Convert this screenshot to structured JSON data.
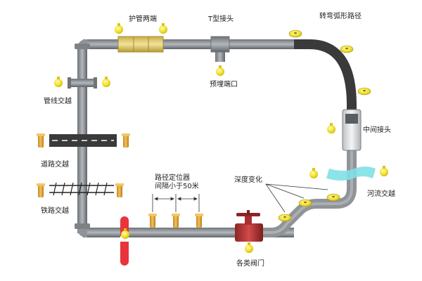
{
  "labels": {
    "sleeve_ends": "护管两端",
    "t_joint": "T型接头",
    "curved_path": "转弯弧形路径",
    "buried_port": "预埋端口",
    "pipe_crossing": "管线交越",
    "middle_joint": "中间接头",
    "road_crossing": "道路交越",
    "route_locator_line1": "路径定位器",
    "route_locator_line2": "间隔小于50米",
    "depth_change": "深度变化",
    "river_crossing": "河流交越",
    "rail_crossing": "铁路交越",
    "valves": "各类阀门"
  },
  "colors": {
    "pipe": "#8f9499",
    "pipe_dark": "#5b6066",
    "curved_pipe": "#3a3a3a",
    "sleeve": "#dcc56a",
    "marker_yellow": "#f2e02a",
    "locator_post": "#e0a02a",
    "valve": "#b03434",
    "river": "#7fe0e6",
    "road": "#3a3a3a",
    "warning_bar": "#e8343a"
  }
}
